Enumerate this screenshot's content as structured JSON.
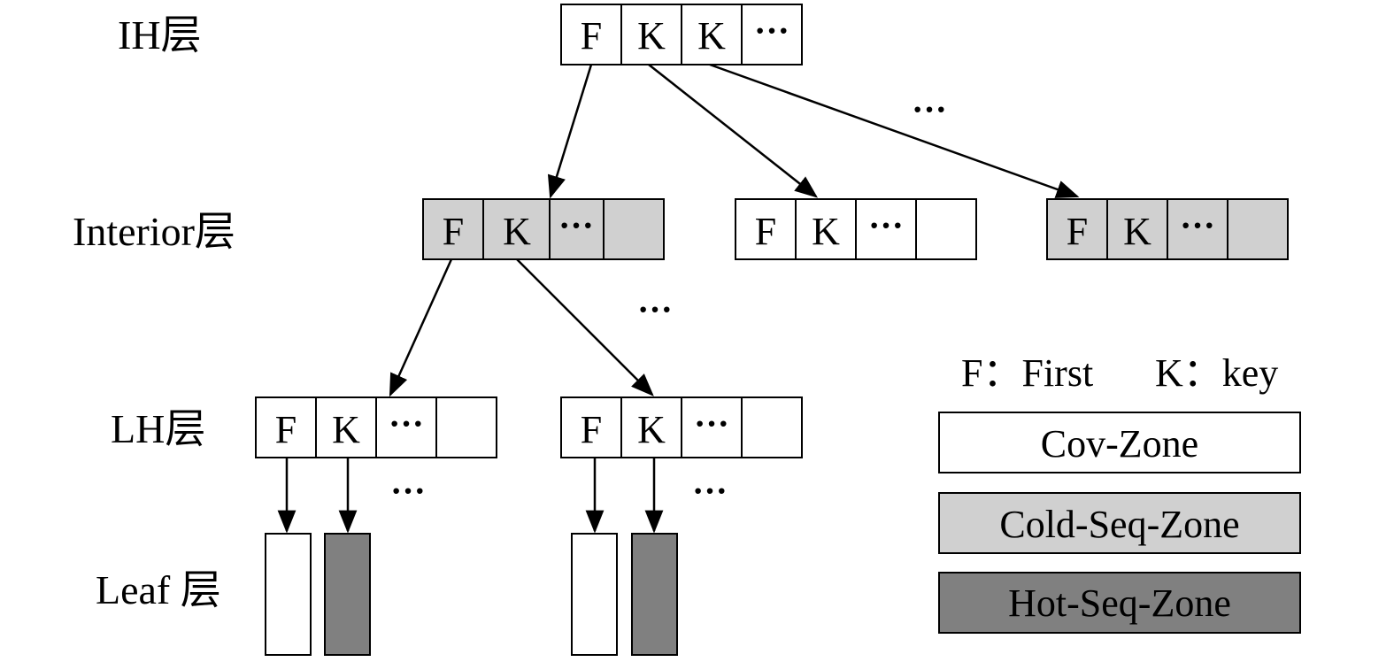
{
  "colors": {
    "white": "#ffffff",
    "cold": "#d0d0d0",
    "hot": "#808080",
    "stroke": "#000000"
  },
  "layers": {
    "ih": "IH层",
    "interior": "Interior层",
    "lh": "LH层",
    "leaf": "Leaf 层"
  },
  "cell_labels": {
    "first": "F",
    "key": "K",
    "ellipsis": "···"
  },
  "ellipses": {
    "ih_more": "···",
    "interior_more": "···",
    "lh_left_more": "···",
    "lh_right_more": "···"
  },
  "legend": {
    "abbrev_first": "F：First",
    "abbrev_key": "K：key",
    "cov_zone": "Cov-Zone",
    "cold_seq_zone": "Cold-Seq-Zone",
    "hot_seq_zone": "Hot-Seq-Zone"
  }
}
